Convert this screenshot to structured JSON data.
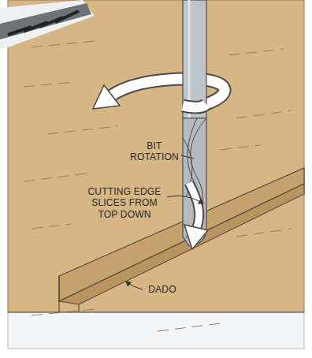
{
  "diagram": {
    "labels": [
      "BIT ROTATION",
      "CUTTING EDGE SLICES FROM TOP DOWN",
      "DADO"
    ]
  }
}
